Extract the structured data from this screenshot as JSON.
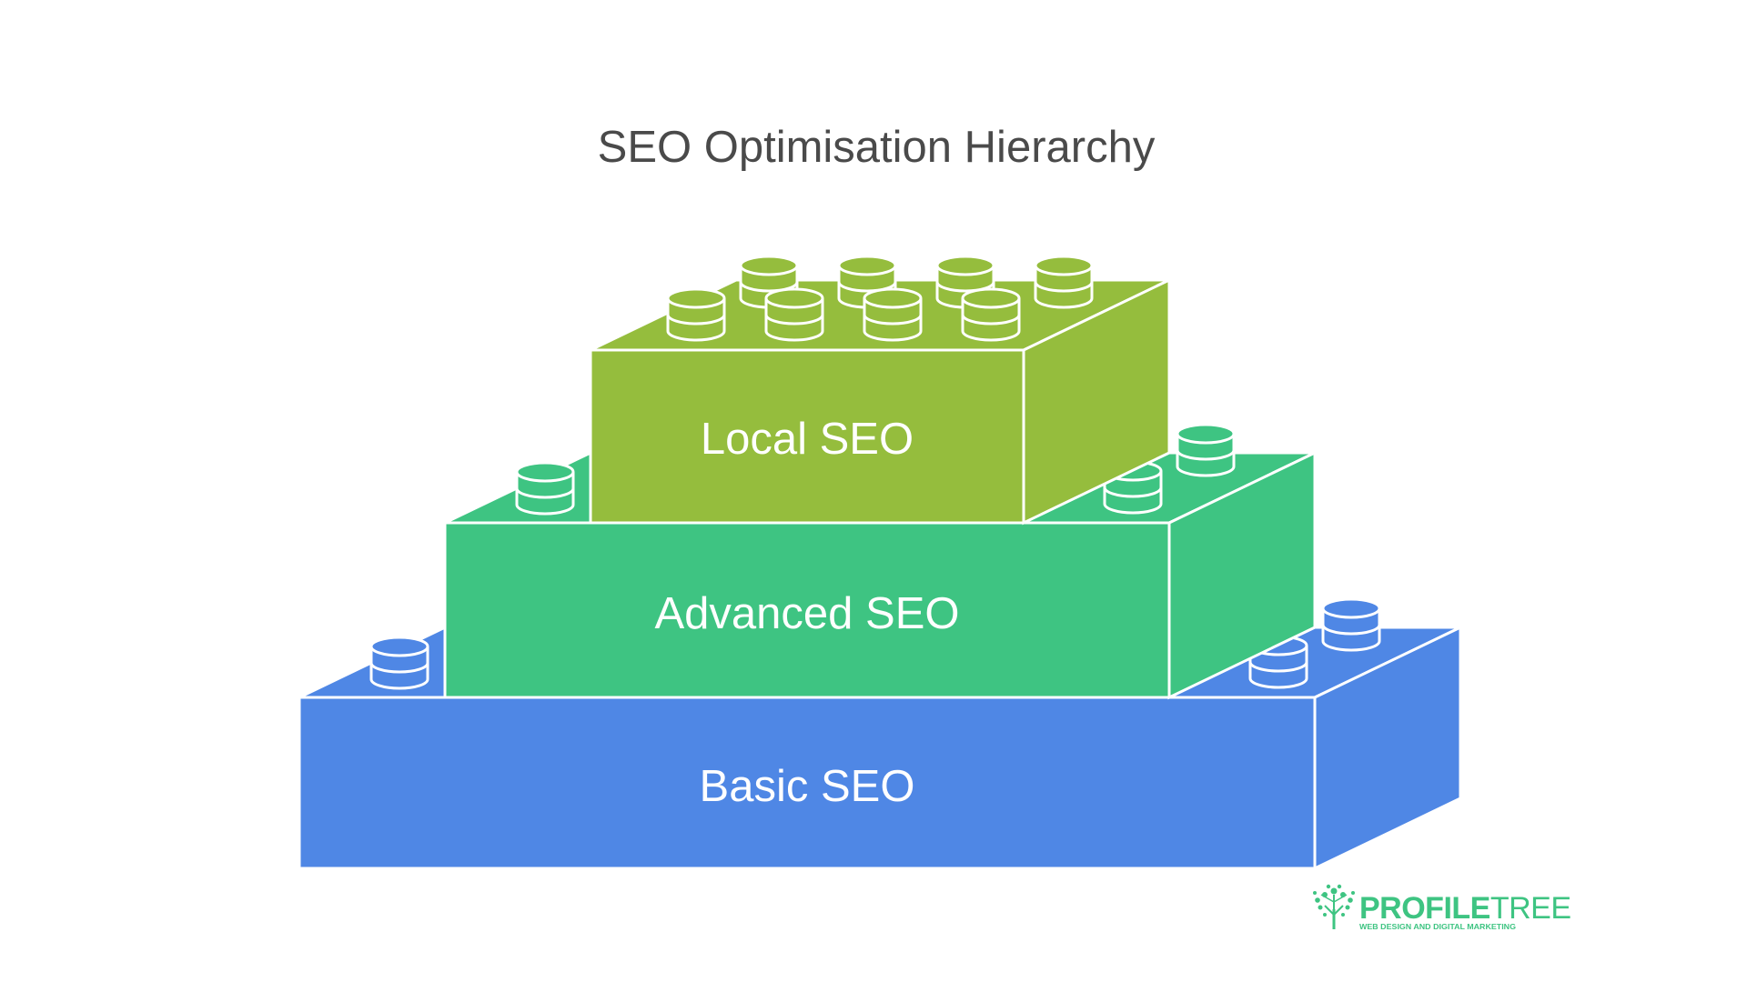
{
  "diagram": {
    "title": "SEO Optimisation Hierarchy",
    "layers": [
      {
        "id": "basic",
        "label": "Basic SEO",
        "level": 1,
        "color": "#4f87e5"
      },
      {
        "id": "advanced",
        "label": "Advanced SEO",
        "level": 2,
        "color": "#3ec482"
      },
      {
        "id": "local",
        "label": "Local SEO",
        "level": 3,
        "color": "#95bd3d"
      }
    ]
  },
  "brand": {
    "name_bold": "PROFILE",
    "name_light": "TREE",
    "tagline": "WEB DESIGN AND DIGITAL MARKETING",
    "color": "#3ec482"
  }
}
